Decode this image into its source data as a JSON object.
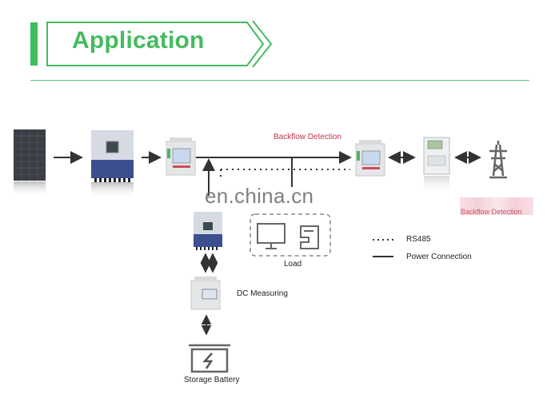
{
  "header": {
    "title": "Application",
    "accent_color": "#44bb5f"
  },
  "diagram": {
    "nodes": [
      {
        "id": "solar-panel",
        "label": ""
      },
      {
        "id": "pv-inverter",
        "label": ""
      },
      {
        "id": "meter-1",
        "label": ""
      },
      {
        "id": "meter-2",
        "label": ""
      },
      {
        "id": "utility-meter",
        "label": ""
      },
      {
        "id": "power-grid",
        "label": ""
      },
      {
        "id": "storage-inverter",
        "label": ""
      },
      {
        "id": "dc-meter",
        "label": "DC Measuring"
      },
      {
        "id": "battery",
        "label": "Storage Battery"
      },
      {
        "id": "load",
        "label": "Load"
      }
    ],
    "backflow_label": "Backflow Detection",
    "backflow_label_blurred": "Backflow Detection",
    "dc_measuring_label": "DC Measuring",
    "storage_battery_label": "Storage Battery",
    "load_label": "Load",
    "label_color": "#c0364a"
  },
  "legend": {
    "items": [
      {
        "style": "dotted",
        "label": "RS485"
      },
      {
        "style": "solid",
        "label": "Power Connection"
      }
    ]
  },
  "watermark": "en.china.cn"
}
